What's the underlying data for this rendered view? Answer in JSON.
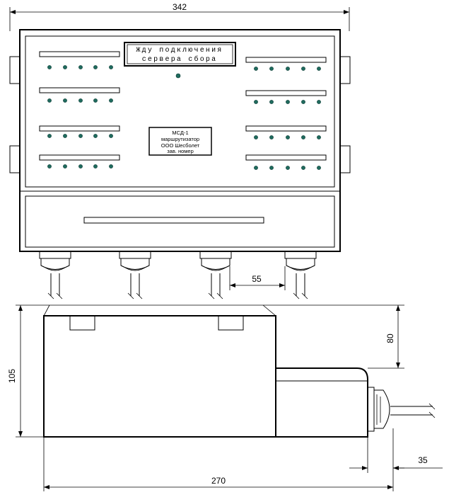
{
  "display": {
    "line1": "Жду подключения",
    "line2": "сервера сбора"
  },
  "label_plate": {
    "line1": "МСД-1",
    "line2": "маршрутизатор",
    "line3": "ООО Шесболет",
    "line4": "зав. номер"
  },
  "dimensions": {
    "overall_width": "342",
    "cable_spacing": "55",
    "side_height": "80",
    "side_total_height": "105",
    "side_length": "270",
    "gland_length": "35"
  },
  "colors": {
    "led": "#1f6b5e",
    "line": "#000000",
    "background": "#ffffff"
  }
}
